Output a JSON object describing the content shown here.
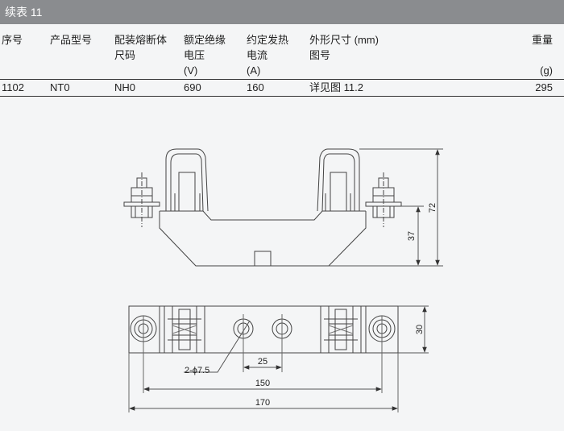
{
  "caption": "续表 11",
  "table": {
    "headers": [
      {
        "line1": "序号",
        "line2": "",
        "line3": ""
      },
      {
        "line1": "产品型号",
        "line2": "",
        "line3": ""
      },
      {
        "line1": "配装熔断体",
        "line2": "尺码",
        "line3": ""
      },
      {
        "line1": "额定绝缘",
        "line2": "电压",
        "line3": "(V)"
      },
      {
        "line1": "约定发热",
        "line2": "电流",
        "line3": "(A)"
      },
      {
        "line1": "外形尺寸 (mm)",
        "line2": "图号",
        "line3": ""
      },
      {
        "line1": "重量",
        "line2": "",
        "line3": "(g)"
      }
    ],
    "rows": [
      [
        "1102",
        "NT0",
        "NH0",
        "690",
        "160",
        "详见图 11.2",
        "295"
      ]
    ]
  },
  "drawing": {
    "dim_72": "72",
    "dim_37": "37",
    "dim_30": "30",
    "dim_25": "25",
    "dim_150": "150",
    "dim_170": "170",
    "hole_label": "2-ϕ7.5"
  }
}
